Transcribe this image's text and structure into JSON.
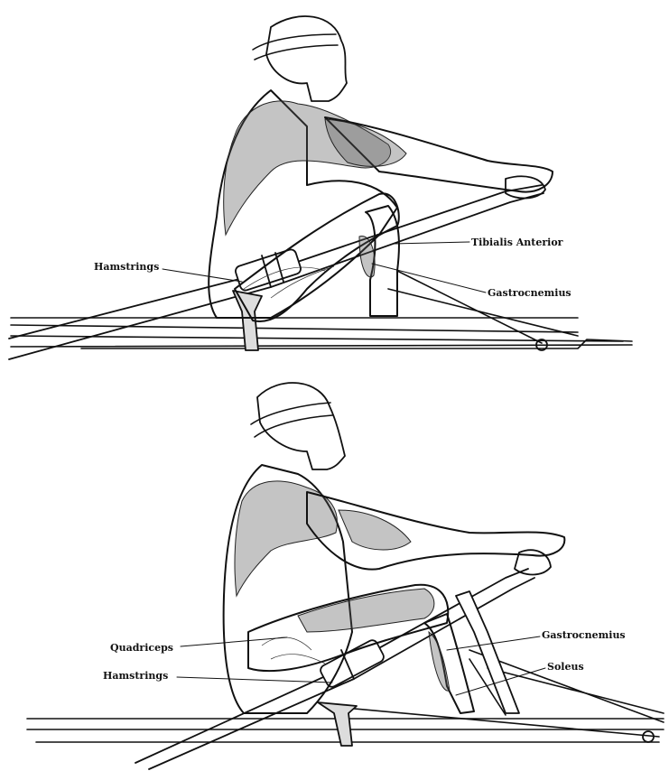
{
  "panels": [
    {
      "labels": [
        {
          "id": "tibialis-anterior",
          "text": "Tibialis Anterior"
        },
        {
          "id": "hamstrings",
          "text": "Hamstrings"
        },
        {
          "id": "gastrocnemius",
          "text": "Gastrocnemius"
        }
      ]
    },
    {
      "labels": [
        {
          "id": "quadriceps",
          "text": "Quadriceps"
        },
        {
          "id": "gastrocnemius",
          "text": "Gastrocnemius"
        },
        {
          "id": "hamstrings",
          "text": "Hamstrings"
        },
        {
          "id": "soleus",
          "text": "Soleus"
        }
      ]
    }
  ]
}
